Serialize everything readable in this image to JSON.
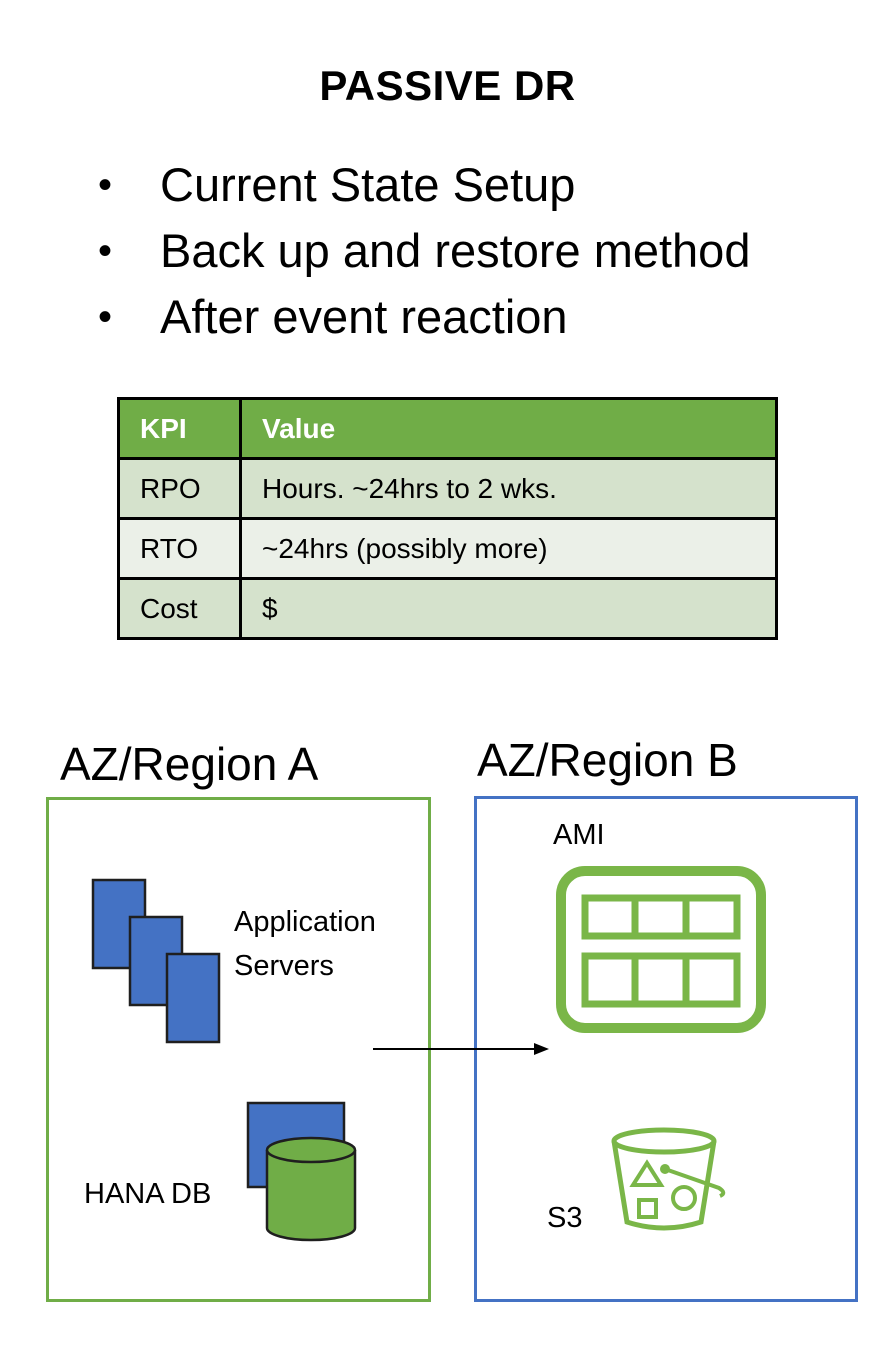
{
  "title": "PASSIVE DR",
  "bullets": [
    "Current State Setup",
    "Back up and restore method",
    "After event reaction"
  ],
  "bullet_char": "•",
  "table": {
    "headers": [
      "KPI",
      "Value"
    ],
    "rows": [
      [
        "RPO",
        "Hours. ~24hrs to 2 wks."
      ],
      [
        "RTO",
        "~24hrs (possibly more)"
      ],
      [
        "Cost",
        "$"
      ]
    ]
  },
  "region_a": {
    "label": "AZ/Region A",
    "border_color": "#70ad47",
    "app_servers_label_line1": "Application",
    "app_servers_label_line2": "Servers",
    "db_label": "HANA DB"
  },
  "region_b": {
    "label": "AZ/Region B",
    "border_color": "#4472c4",
    "ami_label": "AMI",
    "s3_label": "S3"
  },
  "colors": {
    "header_green": "#70ad47",
    "server_blue": "#4472c4",
    "icon_green": "#7ab648"
  },
  "icons": [
    "server-stack-icon",
    "database-icon",
    "ami-grid-icon",
    "s3-bucket-icon",
    "arrow-right-icon"
  ]
}
